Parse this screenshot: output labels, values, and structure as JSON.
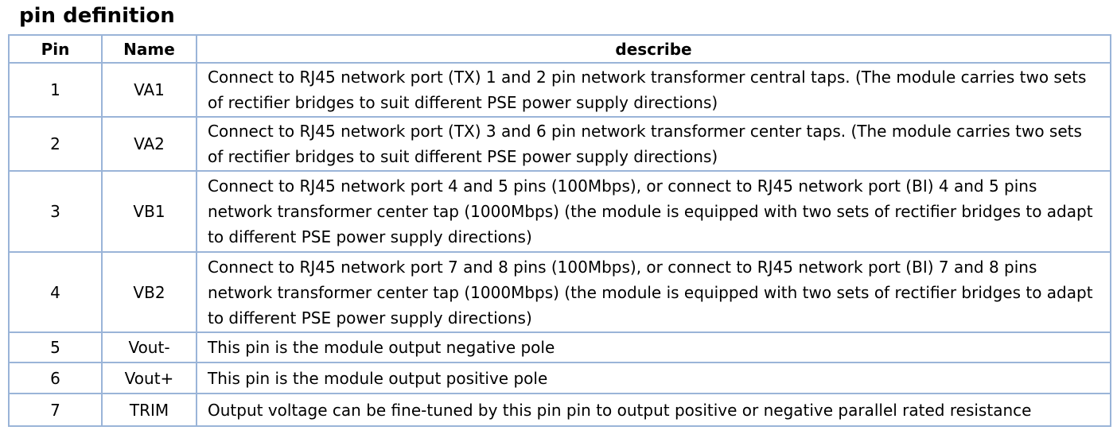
{
  "heading": "pin definition",
  "table": {
    "headers": {
      "pin": "Pin",
      "name": "Name",
      "describe": "describe"
    },
    "rows": [
      {
        "pin": "1",
        "name": "VA1",
        "describe": [
          "Connect to RJ45 network port (TX) 1 and 2 pin network transformer central taps. (The module carries two sets",
          "of rectifier bridges to suit different PSE power supply directions)"
        ]
      },
      {
        "pin": "2",
        "name": "VA2",
        "describe": [
          "Connect to RJ45 network port (TX) 3 and 6 pin network transformer center taps. (The module carries two sets",
          "of rectifier bridges to suit different PSE power supply directions)"
        ]
      },
      {
        "pin": "3",
        "name": "VB1",
        "describe": [
          "Connect to RJ45 network port 4 and 5 pins (100Mbps), or connect to RJ45 network port (BI) 4 and 5 pins",
          "network transformer center tap (1000Mbps) (the module is equipped with two sets of rectifier bridges to adapt",
          "to different PSE power supply directions)"
        ]
      },
      {
        "pin": "4",
        "name": "VB2",
        "describe": [
          "Connect to RJ45 network port 7 and 8 pins (100Mbps), or connect to RJ45 network port (BI) 7 and 8 pins",
          "network transformer center tap (1000Mbps) (the module is equipped with two sets of rectifier bridges to adapt",
          "to different PSE power supply directions)"
        ]
      },
      {
        "pin": "5",
        "name": "Vout-",
        "describe": [
          "This pin is the module output negative pole"
        ]
      },
      {
        "pin": "6",
        "name": "Vout+",
        "describe": [
          "This pin is the module output positive pole"
        ]
      },
      {
        "pin": "7",
        "name": "TRIM",
        "describe": [
          "Output voltage can be fine-tuned by this pin pin to output positive or negative parallel rated resistance"
        ]
      }
    ]
  },
  "colors": {
    "border": "#9ab4d8",
    "text": "#000000",
    "background": "#ffffff"
  }
}
